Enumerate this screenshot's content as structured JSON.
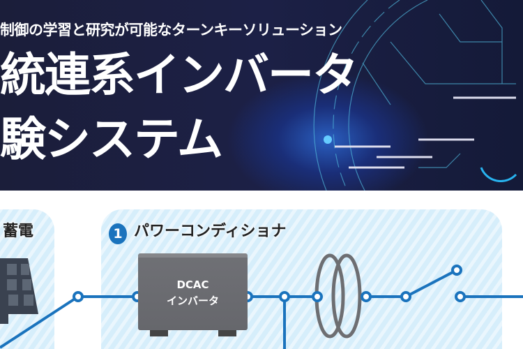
{
  "header": {
    "subtitle": "制御の学習と研究が可能なターンキーソリューション",
    "title_line1": "統連系インバータ",
    "title_line2": "験システム"
  },
  "left_panel": {
    "title": "蓄電"
  },
  "main_panel": {
    "number": "1",
    "title": "パワーコンディショナ",
    "inverter_line1": "DCAC",
    "inverter_line2": "インバータ"
  },
  "colors": {
    "banner": "#1b1e3a",
    "accent": "#1a73bd",
    "panel_stripe": "#d6eefb",
    "device": "#66676c"
  }
}
